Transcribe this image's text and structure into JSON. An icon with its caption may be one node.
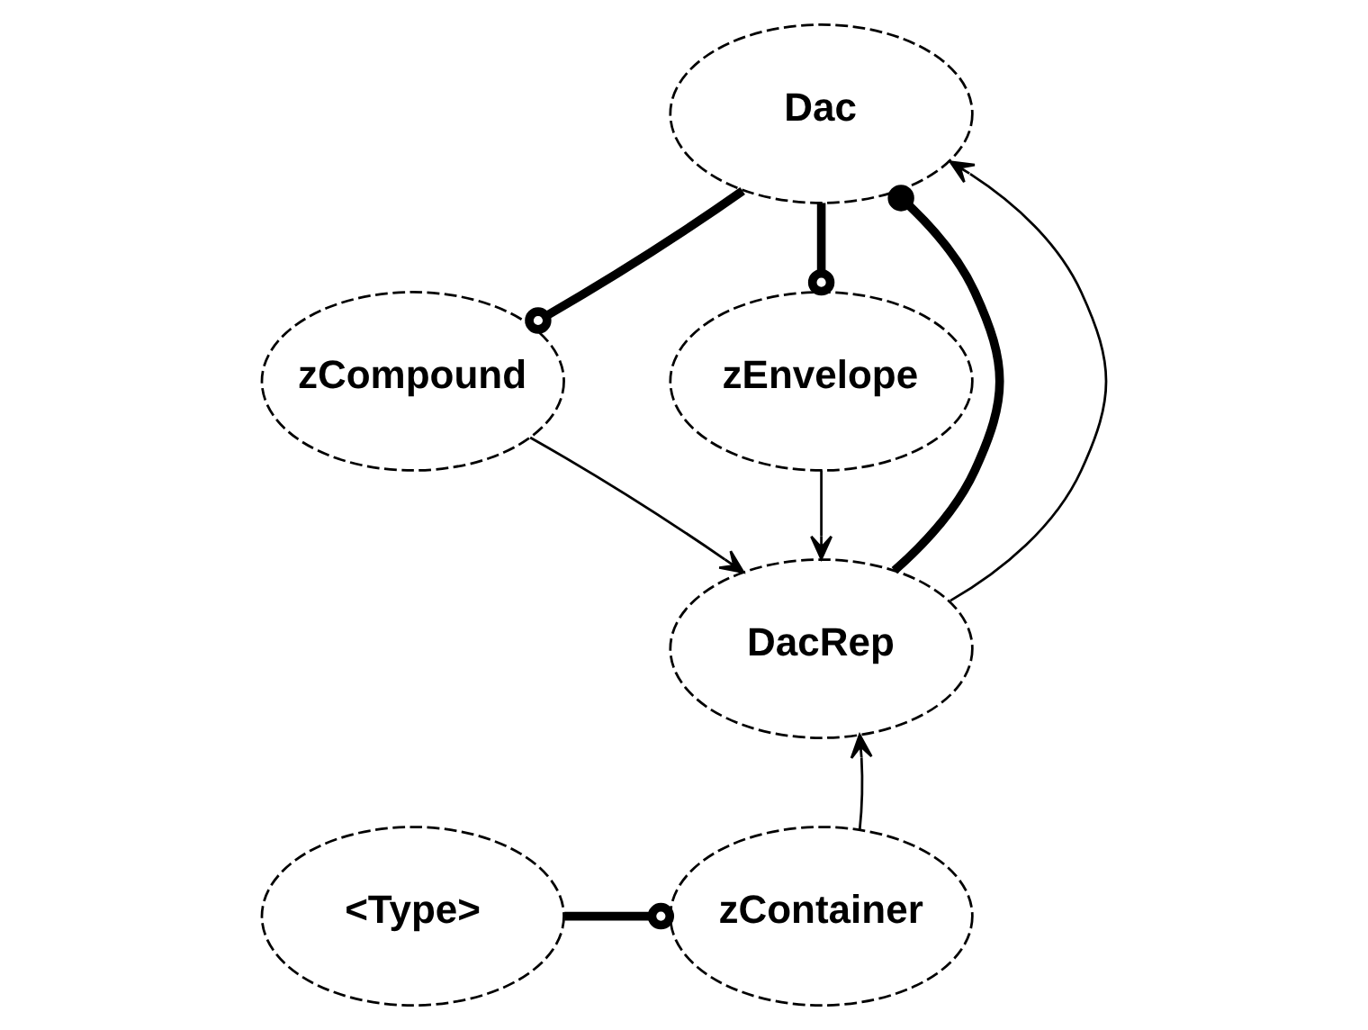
{
  "diagram": {
    "nodes": [
      {
        "text": [
          "Dac"
        ]
      },
      {
        "text": [
          "zCompound"
        ]
      },
      {
        "text": [
          "zEnvelope"
        ]
      },
      {
        "text": [
          "DacRep"
        ]
      },
      {
        "text": [
          "zContainer"
        ]
      },
      {
        "text": [
          "<Type>"
        ]
      }
    ],
    "edges": [
      {
        "from": 0,
        "to": 1,
        "arrow": "other",
        "style": "thick"
      },
      {
        "from": 0,
        "to": 2,
        "arrow": "other",
        "style": "thick"
      },
      {
        "from": 3,
        "to": 0,
        "arrow": "other",
        "style": "thick"
      },
      {
        "from": 3,
        "to": 0,
        "arrow": "to"
      },
      {
        "from": 1,
        "to": 3,
        "arrow": "to"
      },
      {
        "from": 2,
        "to": 3,
        "arrow": "to"
      },
      {
        "from": 4,
        "to": 3,
        "arrow": "to"
      },
      {
        "from": 5,
        "to": 4,
        "arrow": "other",
        "style": "thick"
      }
    ]
  }
}
